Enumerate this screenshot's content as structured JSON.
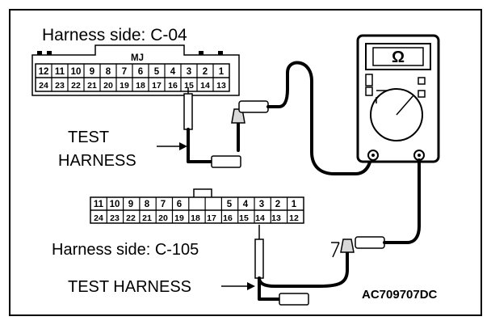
{
  "top_connector": {
    "title": "Harness side: C-04",
    "key_label": "MJ",
    "row1": [
      "12",
      "11",
      "10",
      "9",
      "8",
      "7",
      "6",
      "5",
      "4",
      "3",
      "2",
      "1"
    ],
    "row2": [
      "24",
      "23",
      "22",
      "21",
      "20",
      "19",
      "18",
      "17",
      "16",
      "15",
      "14",
      "13"
    ]
  },
  "top_test_harness_label": [
    "TEST",
    "HARNESS"
  ],
  "bottom_connector": {
    "title": "Harness side: C-105",
    "row1": [
      "11",
      "10",
      "9",
      "8",
      "7",
      "6",
      "",
      "5",
      "4",
      "3",
      "2",
      "1"
    ],
    "row2": [
      "24",
      "23",
      "22",
      "21",
      "20",
      "19",
      "18",
      "17",
      "16",
      "15",
      "14",
      "13",
      "12"
    ]
  },
  "bottom_test_harness_label": "TEST HARNESS",
  "meter": {
    "display": "Ω"
  },
  "figure_code": "AC709707DC"
}
